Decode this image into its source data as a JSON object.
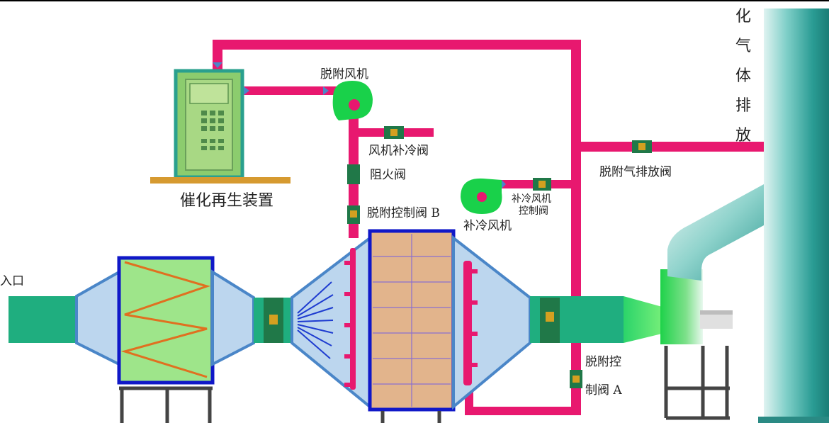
{
  "labels": {
    "inlet": "入口",
    "inlet_partial": "气入口",
    "catalytic_device": "催化再生装置",
    "desorption_fan": "脱附风机",
    "fan_cooling_valve": "风机补冷阀",
    "fire_damper": "阻火阀",
    "desorption_valve_b": "脱附控制阀 B",
    "cooling_fan": "补冷风机",
    "cooling_fan_valve_line1": "补冷风机",
    "cooling_fan_valve_line2": "控制阀",
    "desorption_exhaust_valve": "脱附气排放阀",
    "desorption_valve_a_line1": "脱附控",
    "desorption_valve_a_line2": "制阀 A",
    "stack_text": [
      "化",
      "气",
      "体",
      "排",
      "放"
    ]
  },
  "colors": {
    "pipe": "#e8186f",
    "duct": "#1fae7f",
    "hood": "#bcd6ee",
    "hood_stroke": "#4a86c8",
    "frame_blue": "#1018c8",
    "filter_fill": "#9ee58a",
    "zigzag": "#e07020",
    "carbon_fill": "#e2b48c",
    "device_fill": "#8ccc6e",
    "device_stroke": "#2aa08e",
    "base_bar": "#d69a30",
    "fan": "#19d14a",
    "valve_body": "#207848",
    "valve_core": "#d4a020",
    "stack": "#3aa8a0",
    "stand": "#444444"
  }
}
